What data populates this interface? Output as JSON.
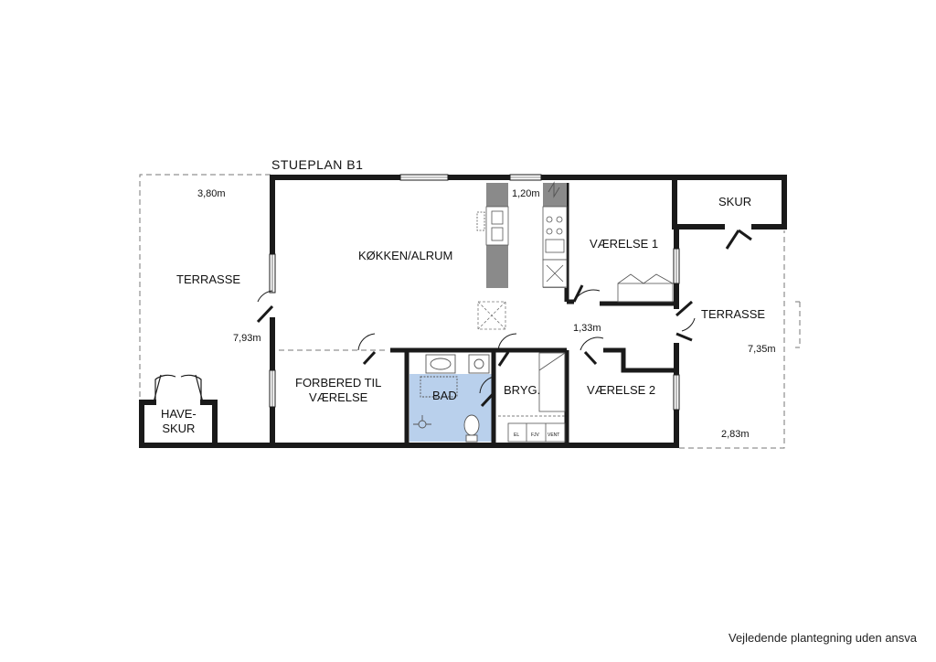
{
  "plan": {
    "title": "STUEPLAN B1",
    "footer_note": "Vejledende plantegning uden ansva",
    "colors": {
      "wall": "#1a1a1a",
      "bathroom_fill": "#b9d0ec",
      "dashed": "#777777",
      "fixture": "#555555"
    },
    "rooms": {
      "kitchen": "KØKKEN/ALRUM",
      "room1": "VÆRELSE 1",
      "shed": "SKUR",
      "terrace_left": "TERRASSE",
      "terrace_right": "TERRASSE",
      "prep_room_line1": "FORBERED TIL",
      "prep_room_line2": "VÆRELSE",
      "bath": "BAD",
      "utility": "BRYG.",
      "room2": "VÆRELSE 2",
      "garden_shed_line1": "HAVE-",
      "garden_shed_line2": "SKUR"
    },
    "dimensions": {
      "terrace_left_width": "3,80m",
      "terrace_left_depth": "7,93m",
      "window_kitchen": "1,20m",
      "hall": "1,33m",
      "terrace_right_depth": "7,35m",
      "terrace_right_width": "2,83m"
    },
    "appliance_labels": {
      "el": "EL",
      "fiv": "FJV",
      "vent": "VENT"
    }
  }
}
